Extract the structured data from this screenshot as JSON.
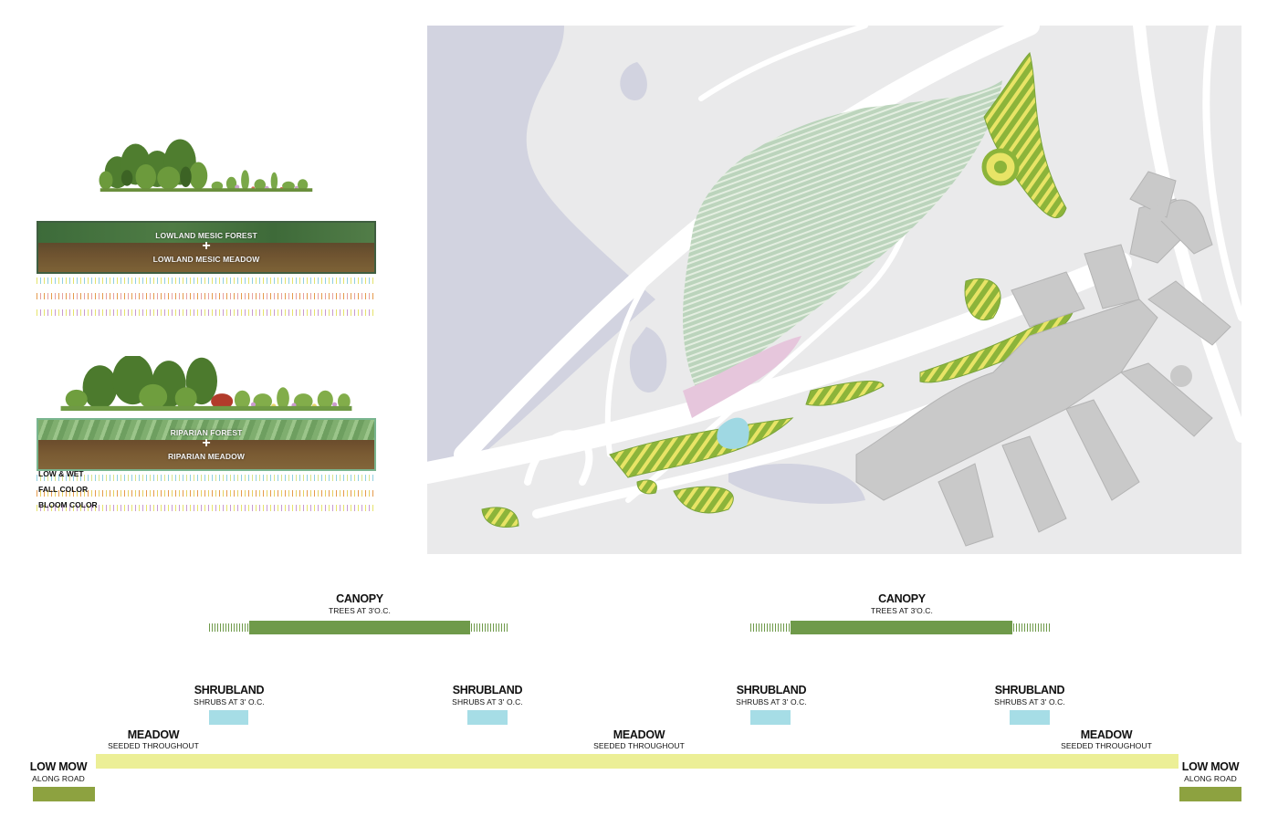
{
  "colors": {
    "canopy": "#6f9a4a",
    "shrub": "#a6dde6",
    "meadow": "#ecef96",
    "lowmow": "#8da240",
    "tick_blue": "#8fcfe0",
    "tick_orange": "#e59a4c",
    "tick_purple": "#c79ad1",
    "tick_yellow": "#e6e36a",
    "map_water": "#d2d3e0",
    "map_land": "#e9e9ea",
    "map_building": "#c8c8c8",
    "plant_green": "#8cb43a",
    "plant_yellow": "#e8e466"
  },
  "vignettes": [
    {
      "top_label": "LOWLAND MESIC FOREST",
      "bottom_label": "LOWLAND MESIC MEADOW",
      "plus": "+"
    },
    {
      "top_label": "RIPARIAN FOREST",
      "bottom_label": "RIPARIAN MEADOW",
      "plus": "+"
    }
  ],
  "legend": {
    "low_wet": "LOW & WET",
    "fall_color": "FALL COLOR",
    "bloom_color": "BLOOM COLOR"
  },
  "bands": {
    "canopy": [
      {
        "title": "CANOPY",
        "subtitle": "TREES AT 3'O.C."
      },
      {
        "title": "CANOPY",
        "subtitle": "TREES AT 3'O.C."
      }
    ],
    "shrubland": [
      {
        "title": "SHRUBLAND",
        "subtitle": "SHRUBS AT 3' O.C."
      },
      {
        "title": "SHRUBLAND",
        "subtitle": "SHRUBS AT 3' O.C."
      },
      {
        "title": "SHRUBLAND",
        "subtitle": "SHRUBS AT 3' O.C."
      },
      {
        "title": "SHRUBLAND",
        "subtitle": "SHRUBS AT 3' O.C."
      }
    ],
    "meadow": [
      {
        "title": "MEADOW",
        "subtitle": "SEEDED THROUGHOUT"
      },
      {
        "title": "MEADOW",
        "subtitle": "SEEDED THROUGHOUT"
      },
      {
        "title": "MEADOW",
        "subtitle": "SEEDED THROUGHOUT"
      }
    ],
    "lowmow": [
      {
        "title": "LOW MOW",
        "subtitle": "ALONG ROAD"
      },
      {
        "title": "LOW MOW",
        "subtitle": "ALONG ROAD"
      }
    ]
  }
}
